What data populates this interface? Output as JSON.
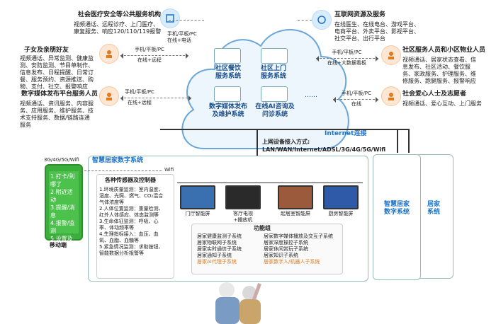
{
  "top_left": {
    "title": "社会医疗安全等公共服务机构",
    "lines": [
      "视频通话、远程诊疗、上门医疗、",
      "康复服务、响应120/110/119报警"
    ],
    "conn_line1": "手机/平板/PC",
    "conn_line2": "在线+电话"
  },
  "top_right": {
    "title": "互联网资源及服务",
    "lines": [
      "在线医生、在线电台、游戏平台、",
      "电商平台、外卖平台、影视平台、",
      "社交平台、出行平台"
    ]
  },
  "children": {
    "title": "子女及亲朋好友",
    "lines": [
      "视频通话、异常监测、健康监",
      "测、安防监测、节目单制作、",
      "信息发布、日程提醒、日常订",
      "餐、服务预约、资源推送、购",
      "物、支付、社交、报警响应"
    ],
    "conn_line1": "手机/平板/PC",
    "conn_line2": "在线+远程"
  },
  "media_staff": {
    "title": "数字媒体发布平台服务人员",
    "lines": [
      "视频通话、资讯服务、内容服",
      "务、应用服务、维护服务、技",
      "术支持服务、数据/链路连通",
      "服务"
    ],
    "conn_line1": "手机/平板/PC",
    "conn_line2": "在线+远程"
  },
  "community_staff": {
    "title": "社区服务人员和小区物业人员",
    "lines": [
      "视频通话、居家状态查看、信",
      "息发布、社区活动、餐饮服",
      "务、家政服务、护理服务、维",
      "修服务、跑腿服务、报警响应"
    ],
    "conn_line1": "手机/平板/PC",
    "conn_line2": "在线+大数据看板"
  },
  "volunteers": {
    "title": "社会爱心人士及志愿者",
    "lines": [
      "视频通话、爱心互动、上门服务"
    ],
    "conn_line1": "手机/平板/PC",
    "conn_line2": "在线"
  },
  "cloud": {
    "s1": [
      "社区餐饮",
      "服务系统"
    ],
    "s2": [
      "社区上门",
      "服务系统"
    ],
    "s3": [
      "数字媒体发布",
      "及维护系统"
    ],
    "s4": [
      "在线AI咨询及",
      "问诊系统"
    ],
    "dots": "……"
  },
  "internet": {
    "label": "Internet连接",
    "access_title": "上网设备接入方式:",
    "access_modes": "LAN/WAN/Internet/ADSL/3G/4G/5G/Wifi"
  },
  "mobile": {
    "net_label": "3G/4G/5G/Wifi",
    "items": [
      "1.打卡/到哪了",
      "2.附近活动",
      "3.提醒/消息",
      "4.报警/监测",
      "5.设置及操控",
      "……"
    ],
    "caption": "移动端"
  },
  "home": {
    "title": "智慧居家数字系统",
    "wifi_label": "Wifi",
    "sensors": {
      "title": "各种传感器及控制器",
      "lines": [
        "1.环境质量监测：室内温度、",
        "湿度、光照、燃气、CO₂混合",
        "气体浓度等",
        "2.人体位置监测：重量检测、",
        "红外人体感应、体态监测等",
        "3.生命体征监测：呼吸、心",
        "率、体动频率等",
        "4.生理指标接入：血压、血",
        "氧、血脂、血糖等",
        "5.紧急情况监测：求助按钮、",
        "智能数据分析报警等"
      ]
    },
    "devices": [
      "门厅智能屏",
      "客厅电视\n+播放机",
      "起居室智能屏",
      "厨房智能屏"
    ],
    "functions": {
      "title": "功能组",
      "left": [
        "居家健康监测子系统",
        "居家物联网子系统",
        "居家实时通信子系统",
        "居家通知子系统",
        "居家AI代理子系统"
      ],
      "right": [
        "居家数字媒体播放及交互子系统",
        "居家深度操控子系统",
        "居家休闲赏玩子系统",
        "居家知识子系统",
        "居家数字人/机器人子系统"
      ]
    },
    "stack1": [
      "智慧居家",
      "数字系统"
    ],
    "stack2": [
      "居家",
      "系统"
    ]
  }
}
